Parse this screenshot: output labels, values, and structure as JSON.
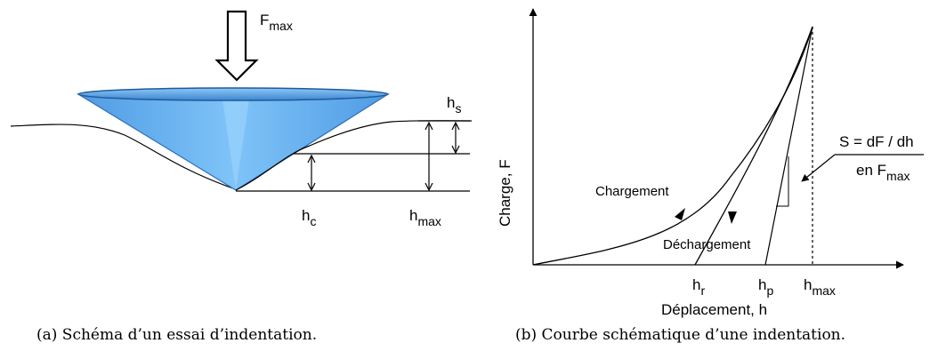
{
  "panel_a": {
    "force_label": "F",
    "force_sub": "max",
    "hs_label": "h",
    "hs_sub": "s",
    "hc_label": "h",
    "hc_sub": "c",
    "hmax_label": "h",
    "hmax_sub": "max",
    "caption": "(a) Schéma d’un essai d’indentation."
  },
  "panel_b": {
    "ylabel": "Charge, F",
    "xlabel": "Déplacement, h",
    "loading_label": "Chargement",
    "unloading_label": "Déchargement",
    "stiffness_line1": "S = dF / dh",
    "stiffness_line2_main": "en F",
    "stiffness_line2_sub": "max",
    "hr_label": "h",
    "hr_sub": "r",
    "hp_label": "h",
    "hp_sub": "p",
    "hmax_label": "h",
    "hmax_sub": "max",
    "caption": "(b) Courbe schématique d’une indentation."
  },
  "colors": {
    "indenter_fill": "#5aa9ec",
    "indenter_stroke": "#2e6fb5",
    "line": "#000000"
  }
}
